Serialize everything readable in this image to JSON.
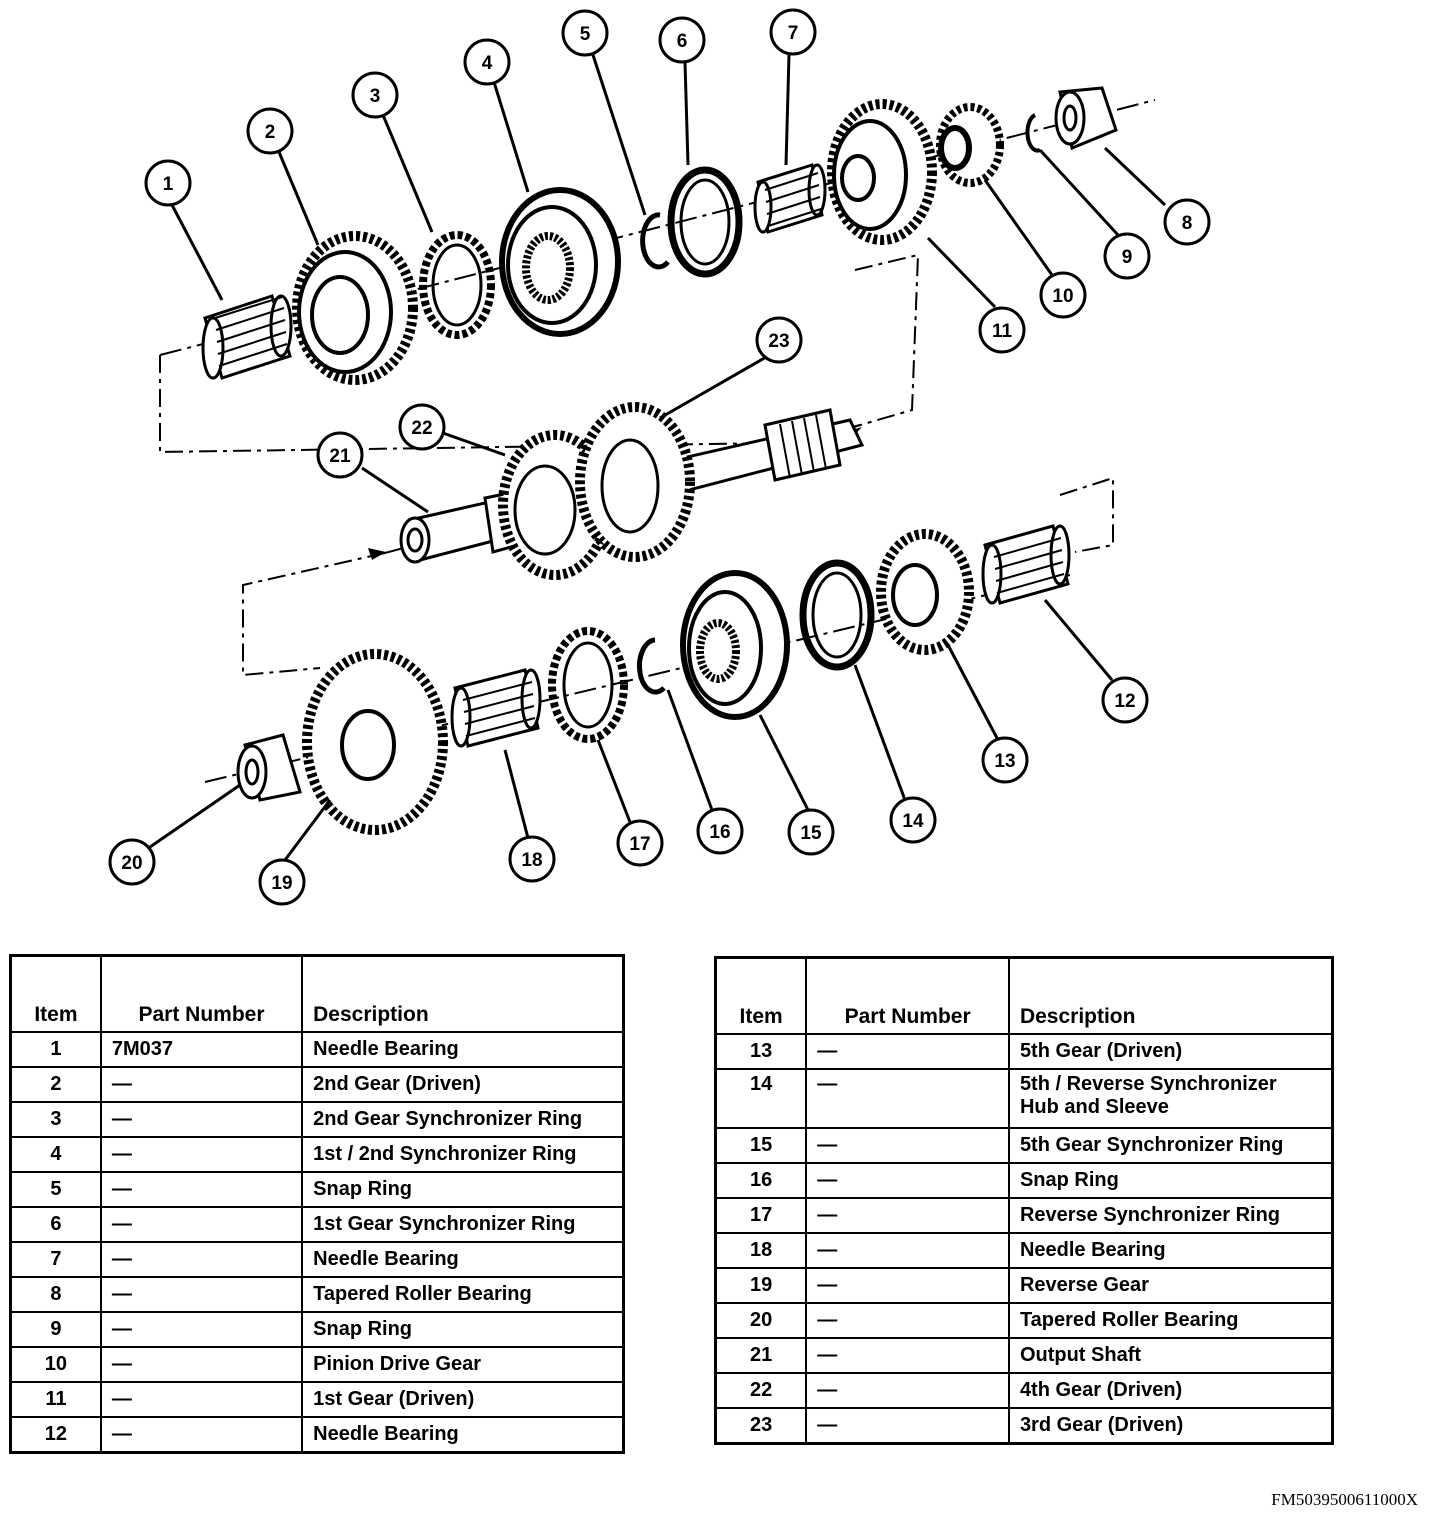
{
  "callouts": [
    "1",
    "2",
    "3",
    "4",
    "5",
    "6",
    "7",
    "8",
    "9",
    "10",
    "11",
    "12",
    "13",
    "14",
    "15",
    "16",
    "17",
    "18",
    "19",
    "20",
    "21",
    "22",
    "23"
  ],
  "table_headers": {
    "item": "Item",
    "part_number": "Part Number",
    "description": "Description"
  },
  "left_table": [
    {
      "item": "1",
      "part": "7M037",
      "desc": "Needle Bearing"
    },
    {
      "item": "2",
      "part": "—",
      "desc": "2nd Gear (Driven)"
    },
    {
      "item": "3",
      "part": "—",
      "desc": "2nd Gear Synchronizer Ring"
    },
    {
      "item": "4",
      "part": "—",
      "desc": "1st / 2nd Synchronizer Ring"
    },
    {
      "item": "5",
      "part": "—",
      "desc": "Snap Ring"
    },
    {
      "item": "6",
      "part": "—",
      "desc": "1st Gear Synchronizer Ring"
    },
    {
      "item": "7",
      "part": "—",
      "desc": "Needle Bearing"
    },
    {
      "item": "8",
      "part": "—",
      "desc": "Tapered Roller Bearing"
    },
    {
      "item": "9",
      "part": "—",
      "desc": "Snap Ring"
    },
    {
      "item": "10",
      "part": "—",
      "desc": "Pinion Drive Gear"
    },
    {
      "item": "11",
      "part": "—",
      "desc": "1st Gear (Driven)"
    },
    {
      "item": "12",
      "part": "—",
      "desc": "Needle Bearing"
    }
  ],
  "right_table": [
    {
      "item": "13",
      "part": "—",
      "desc": "5th Gear (Driven)"
    },
    {
      "item": "14",
      "part": "—",
      "desc": "5th / Reverse Synchronizer Hub and Sleeve"
    },
    {
      "item": "15",
      "part": "—",
      "desc": "5th Gear Synchronizer Ring"
    },
    {
      "item": "16",
      "part": "—",
      "desc": "Snap Ring"
    },
    {
      "item": "17",
      "part": "—",
      "desc": "Reverse Synchronizer Ring"
    },
    {
      "item": "18",
      "part": "—",
      "desc": "Needle Bearing"
    },
    {
      "item": "19",
      "part": "—",
      "desc": "Reverse Gear"
    },
    {
      "item": "20",
      "part": "—",
      "desc": "Tapered Roller Bearing"
    },
    {
      "item": "21",
      "part": "—",
      "desc": "Output Shaft"
    },
    {
      "item": "22",
      "part": "—",
      "desc": "4th Gear (Driven)"
    },
    {
      "item": "23",
      "part": "—",
      "desc": "3rd Gear (Driven)"
    }
  ],
  "figure_code": "FM5039500611000X"
}
